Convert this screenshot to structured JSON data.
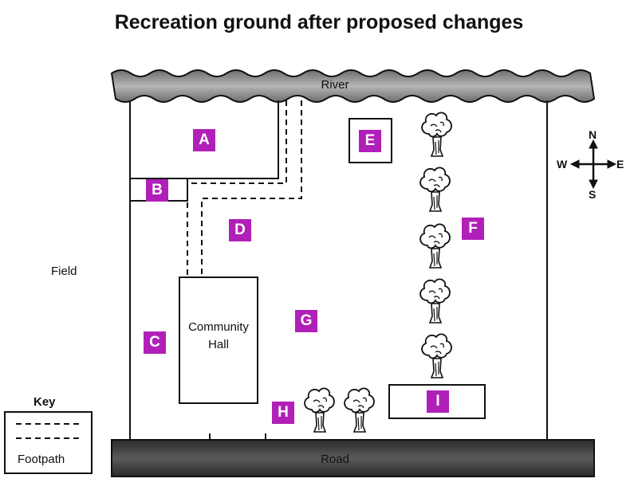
{
  "title": "Recreation ground after proposed changes",
  "colors": {
    "label_bg": "#b020b8",
    "road": "#3a3a3a",
    "river": "#8c8c8c",
    "ink": "#111111"
  },
  "map": {
    "river_label": "River",
    "road_label": "Road",
    "field_label": "Field",
    "hall_line1": "Community",
    "hall_line2": "Hall",
    "labels": [
      "A",
      "B",
      "C",
      "D",
      "E",
      "F",
      "G",
      "H",
      "I"
    ]
  },
  "compass": {
    "n": "N",
    "s": "S",
    "e": "E",
    "w": "W"
  },
  "key": {
    "title": "Key",
    "footpath_label": "Footpath"
  },
  "icons": {
    "tree": "tree-icon",
    "compass": "compass-icon"
  }
}
